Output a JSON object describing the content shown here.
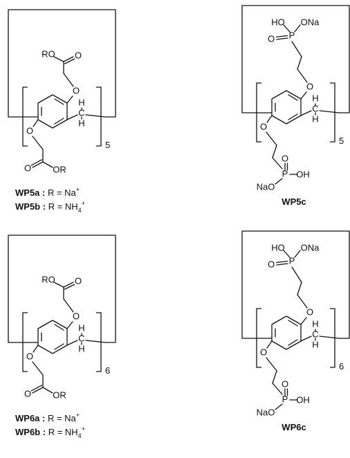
{
  "panels": [
    {
      "id": "wp5-carboxylate",
      "type": "carboxylate",
      "repeat": "5",
      "captions": [
        {
          "compound": "WP5a",
          "sep": " : ",
          "group": "R = Na",
          "charge": "+"
        },
        {
          "compound": "WP5b",
          "sep": " : ",
          "group": "R = NH",
          "sub": "4",
          "charge": "+"
        }
      ]
    },
    {
      "id": "wp5-phosphonate",
      "type": "phosphonate",
      "repeat": "5",
      "captions": [
        {
          "compound": "WP5c"
        }
      ]
    },
    {
      "id": "wp6-carboxylate",
      "type": "carboxylate",
      "repeat": "6",
      "captions": [
        {
          "compound": "WP6a",
          "sep": " : ",
          "group": "R = Na",
          "charge": "+"
        },
        {
          "compound": "WP6b",
          "sep": " : ",
          "group": "R = NH",
          "sub": "4",
          "charge": "+"
        }
      ]
    },
    {
      "id": "wp6-phosphonate",
      "type": "phosphonate",
      "repeat": "6",
      "captions": [
        {
          "compound": "WP6c"
        }
      ]
    }
  ],
  "atoms": {
    "O": "O",
    "OR": "OR",
    "RO": "RO",
    "H": "H",
    "C": "C",
    "P": "P",
    "HO": "HO",
    "OH": "OH",
    "ONa": "ONa",
    "NaO": "NaO"
  }
}
